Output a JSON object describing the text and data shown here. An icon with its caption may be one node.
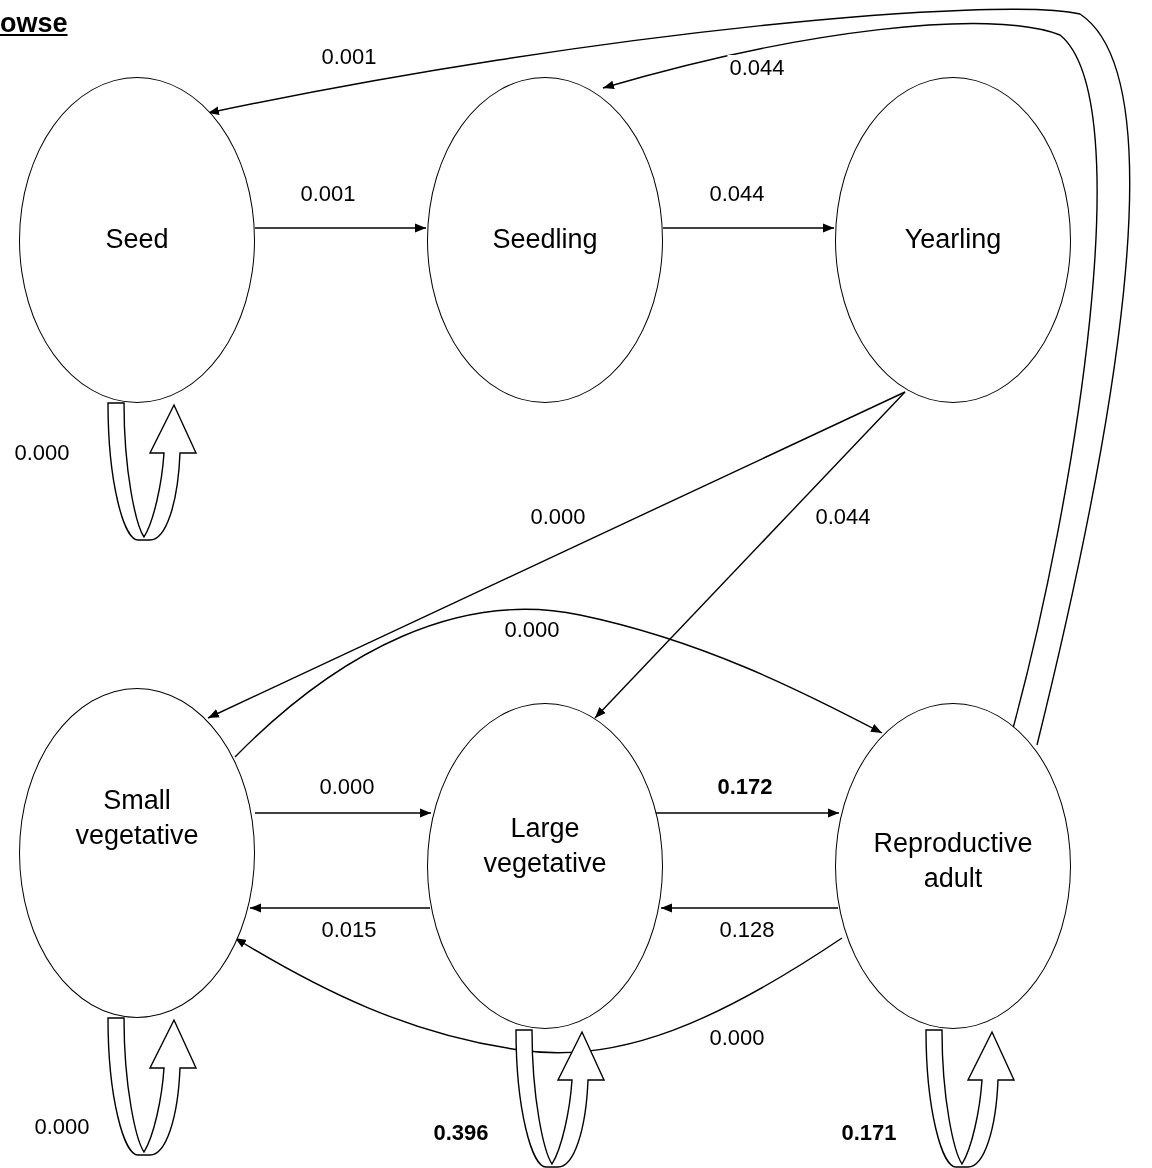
{
  "diagram": {
    "title": "owse",
    "nodes": [
      {
        "text": [
          "Seed"
        ]
      },
      {
        "text": [
          "Seedling"
        ]
      },
      {
        "text": [
          "Yearling"
        ]
      },
      {
        "text": [
          "Small vegetative"
        ]
      },
      {
        "text": [
          "Large vegetative"
        ]
      },
      {
        "text": [
          "Reproductive adult"
        ]
      }
    ],
    "edges": [
      {
        "from": 0,
        "to": 1,
        "arrow": "to",
        "label": "0.001"
      },
      {
        "from": 1,
        "to": 2,
        "arrow": "to",
        "label": "0.044"
      },
      {
        "from": 5,
        "to": 0,
        "arrow": "to",
        "label": "0.001"
      },
      {
        "from": 5,
        "to": 1,
        "arrow": "to",
        "label": "0.044"
      },
      {
        "from": 0,
        "to": 0,
        "arrow": "to",
        "label": "0.000"
      },
      {
        "from": 2,
        "to": 3,
        "arrow": "to",
        "label": "0.000"
      },
      {
        "from": 2,
        "to": 4,
        "arrow": "to",
        "label": "0.044"
      },
      {
        "from": 3,
        "to": 5,
        "arrow": "to",
        "label": "0.000"
      },
      {
        "from": 3,
        "to": 4,
        "arrow": "to",
        "label": "0.000"
      },
      {
        "from": 4,
        "to": 5,
        "arrow": "to",
        "label": "0.172"
      },
      {
        "from": 4,
        "to": 3,
        "arrow": "to",
        "label": "0.015"
      },
      {
        "from": 5,
        "to": 4,
        "arrow": "to",
        "label": "0.128"
      },
      {
        "from": 5,
        "to": 3,
        "arrow": "to",
        "label": "0.000"
      },
      {
        "from": 3,
        "to": 3,
        "arrow": "to",
        "label": "0.000"
      },
      {
        "from": 4,
        "to": 4,
        "arrow": "to",
        "label": "0.396"
      },
      {
        "from": 5,
        "to": 5,
        "arrow": "to",
        "label": "0.171"
      }
    ]
  }
}
